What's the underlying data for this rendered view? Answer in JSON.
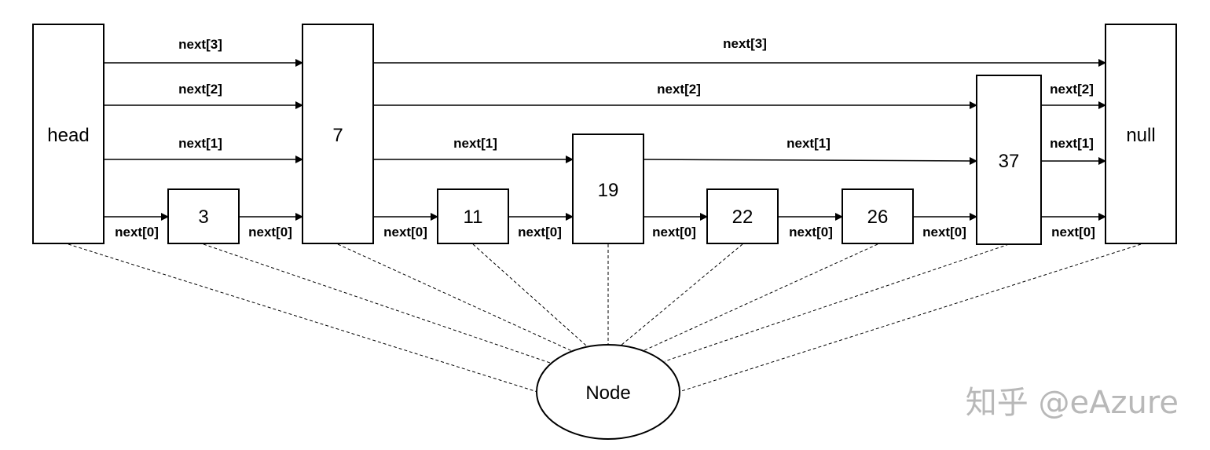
{
  "nodes": {
    "head": "head",
    "n3": "3",
    "n7": "7",
    "n11": "11",
    "n19": "19",
    "n22": "22",
    "n26": "26",
    "n37": "37",
    "null": "null"
  },
  "pointer_labels": {
    "next0": "next[0]",
    "next1": "next[1]",
    "next2": "next[2]",
    "next3": "next[3]"
  },
  "node_type_label": "Node",
  "watermark": "知乎 @eAzure"
}
